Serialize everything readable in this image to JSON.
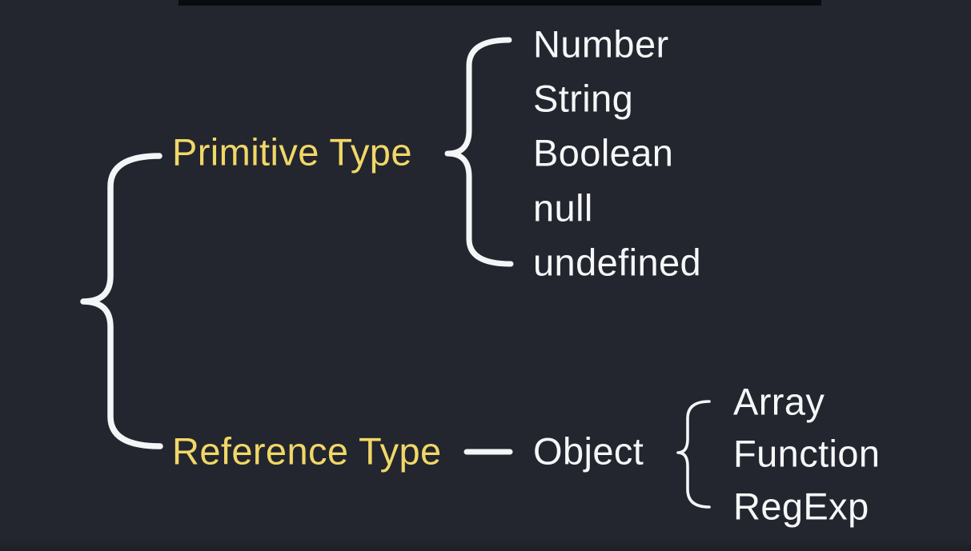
{
  "colors": {
    "background": "#23262e",
    "top_edge_bar": "#0a0b0e",
    "label_yellow": "#f1d768",
    "text_white": "#f6f7f8",
    "brace_white": "#f4f5f6"
  },
  "diagram": {
    "primitive": {
      "label": "Primitive Type",
      "items": [
        "Number",
        "String",
        "Boolean",
        "null",
        "undefined"
      ]
    },
    "reference": {
      "label": "Reference Type",
      "object_label": "Object",
      "items": [
        "Array",
        "Function",
        "RegExp"
      ]
    }
  }
}
